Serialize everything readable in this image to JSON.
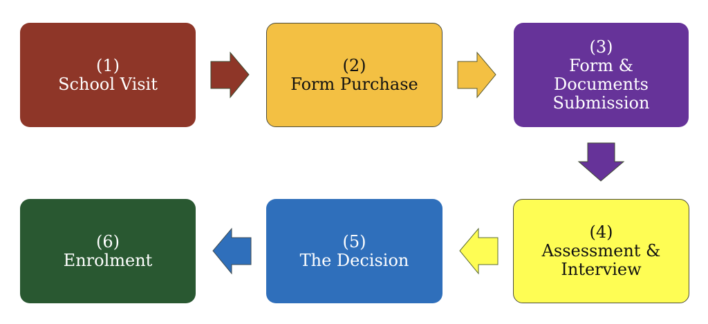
{
  "diagram": {
    "steps": [
      {
        "number": "(1)",
        "lines": [
          "School Visit"
        ],
        "color": "#8e3628"
      },
      {
        "number": "(2)",
        "lines": [
          "Form Purchase"
        ],
        "color": "#f3c043"
      },
      {
        "number": "(3)",
        "lines": [
          "Form &",
          "Documents",
          "Submission"
        ],
        "color": "#663399"
      },
      {
        "number": "(4)",
        "lines": [
          "Assessment &",
          "Interview"
        ],
        "color": "#fefd54"
      },
      {
        "number": "(5)",
        "lines": [
          "The Decision"
        ],
        "color": "#2f6fbb"
      },
      {
        "number": "(6)",
        "lines": [
          "Enrolment"
        ],
        "color": "#295831"
      }
    ],
    "arrows": [
      {
        "from": "(1)",
        "to": "(2)",
        "direction": "right",
        "color": "#8e3628"
      },
      {
        "from": "(2)",
        "to": "(3)",
        "direction": "right",
        "color": "#f3c043"
      },
      {
        "from": "(3)",
        "to": "(4)",
        "direction": "down",
        "color": "#663399"
      },
      {
        "from": "(4)",
        "to": "(5)",
        "direction": "left",
        "color": "#fefd54"
      },
      {
        "from": "(5)",
        "to": "(6)",
        "direction": "left",
        "color": "#2f6fbb"
      }
    ]
  }
}
